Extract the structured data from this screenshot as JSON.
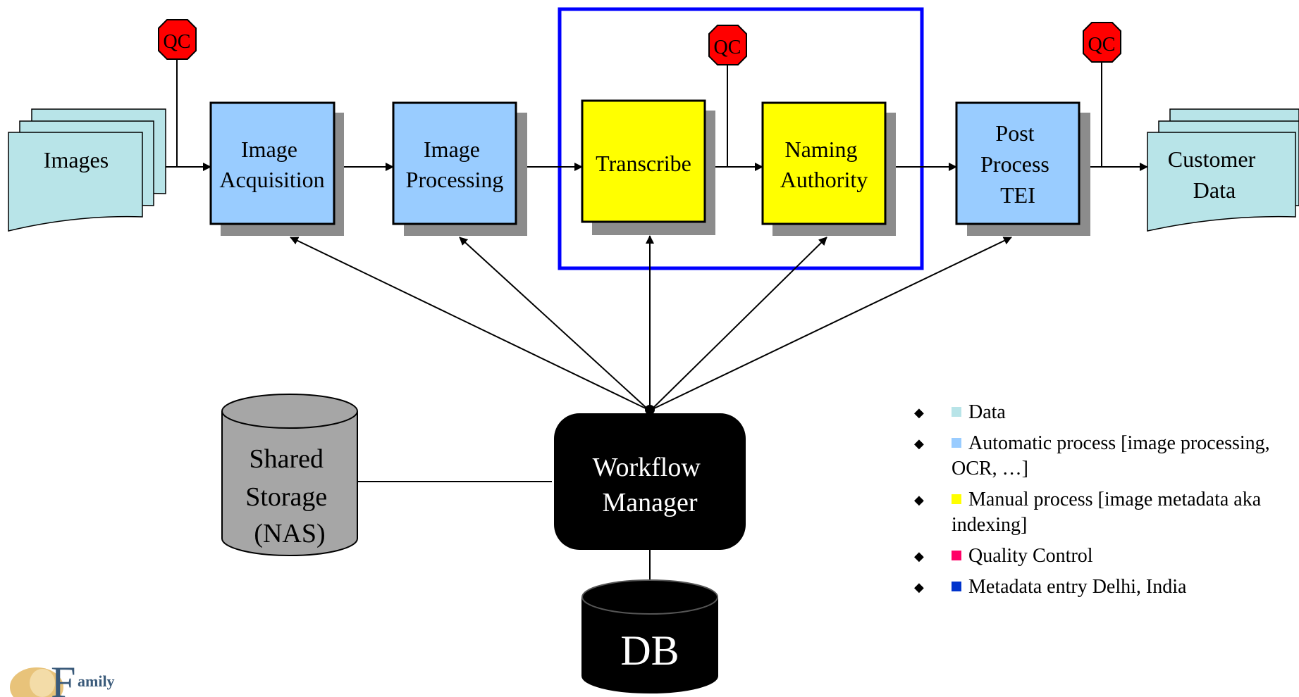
{
  "colors": {
    "data_fill": "#b8e4e8",
    "auto_fill": "#99ccff",
    "manual_fill": "#ffff00",
    "qc_fill": "#ff0000",
    "highlight_border": "#0000ff",
    "db_fill": "#000000",
    "storage_fill": "#a6a6a6",
    "shadow": "#8c8c8c",
    "legend_data": "#b8e4e8",
    "legend_auto": "#99ccff",
    "legend_manual": "#ffff00",
    "legend_qc": "#ff0066",
    "legend_metadata": "#0033cc"
  },
  "data_nodes": {
    "images": "Images",
    "customer_data": [
      "Customer",
      "Data"
    ]
  },
  "process_nodes": {
    "image_acquisition": [
      "Image",
      "Acquisition"
    ],
    "image_processing": [
      "Image",
      "Processing"
    ],
    "transcribe": [
      "Transcribe"
    ],
    "naming_authority": [
      "Naming",
      "Authority"
    ],
    "post_process": [
      "Post",
      "Process",
      "TEI"
    ]
  },
  "qc_label": "QC",
  "storage": [
    "Shared",
    "Storage",
    "(NAS)"
  ],
  "workflow_manager": [
    "Workflow",
    "Manager"
  ],
  "db": "DB",
  "logo": {
    "text_big": "F",
    "text_small": "amily"
  },
  "legend": {
    "bullet": "◆",
    "items": [
      {
        "label": "Data",
        "color": "#b8e4e8"
      },
      {
        "label": "Automatic process [image processing, OCR, …]",
        "color": "#99ccff"
      },
      {
        "label": "Manual process [image metadata aka indexing]",
        "color": "#ffff00"
      },
      {
        "label": "Quality Control",
        "color": "#ff0066"
      },
      {
        "label": "Metadata entry Delhi, India",
        "color": "#0033cc"
      }
    ]
  }
}
